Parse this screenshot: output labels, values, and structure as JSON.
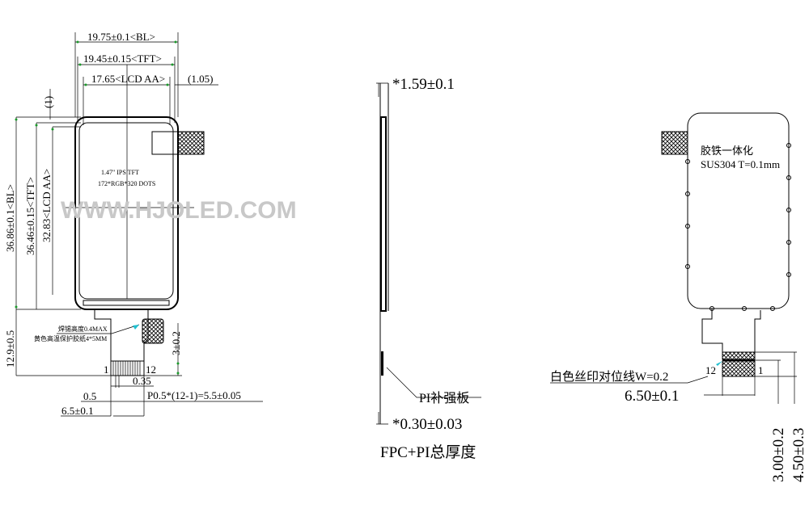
{
  "watermark": "WWW.HJOLED.COM",
  "front_view": {
    "width_bl": "19.75±0.1<BL>",
    "width_tft": "19.45±0.15<TFT>",
    "width_aa": "17.65<LCD AA>",
    "offset_right": "(1.05)",
    "offset_top": "(1)",
    "height_bl": "36.86±0.1<BL>",
    "height_tft": "36.46±0.15<TFT>",
    "height_aa": "32.83<LCD AA>",
    "panel_line1": "1.47\" IPS TFT",
    "panel_line2": "172*RGB*320 DOTS",
    "fpc_length": "12.9±0.5",
    "stiffener_note1": "焊锡高度0.4MAX",
    "stiffener_note2": "黄色高温保护胶纸4*5MM",
    "stiffener_height": "3±0.2",
    "pin_first": "1",
    "pin_last": "12",
    "pin_width": "0.35",
    "pin_pitch": "0.5",
    "pitch_formula": "P0.5*(12-1)=5.5±0.05",
    "fpc_width": "6.5±0.1"
  },
  "side_view": {
    "thickness": "*1.59±0.1",
    "stiffener_label": "PI补强板",
    "fpc_thickness": "*0.30±0.03",
    "caption": "FPC+PI总厚度"
  },
  "back_view": {
    "material_line1": "胶铁一体化",
    "material_line2": "SUS304 T=0.1mm",
    "silkscreen_note": "白色丝印对位线W=0.2",
    "pin_left": "12",
    "pin_right": "1",
    "connector_width": "6.50±0.1",
    "height_a": "3.00±0.2",
    "height_b": "4.50±0.3"
  },
  "colors": {
    "dimension_arrow": "#1a9a2a",
    "leader_arrow": "#20c0d0",
    "watermark": "#c8c8c8"
  }
}
